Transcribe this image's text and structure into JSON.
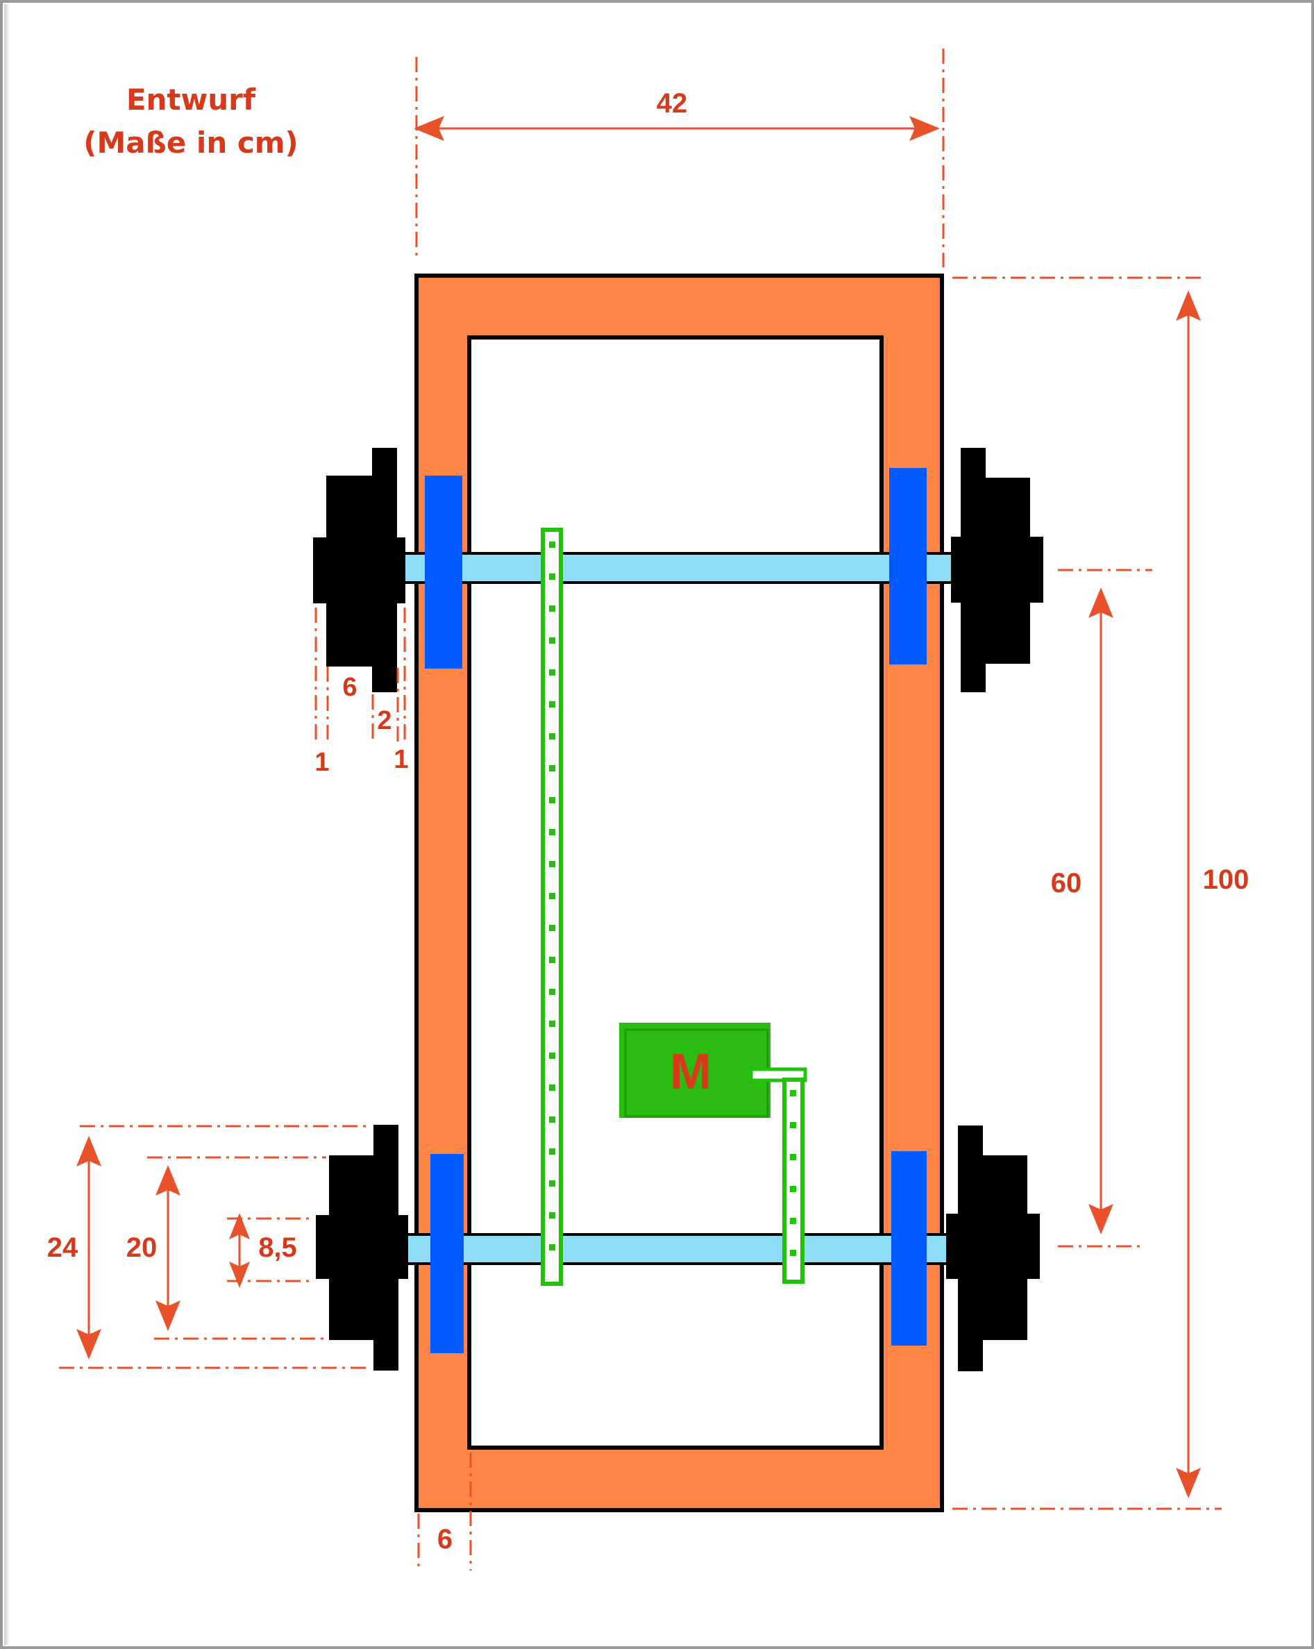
{
  "title": {
    "line1": "Entwurf",
    "line2": "(Maße in cm)"
  },
  "motor": {
    "label": "M"
  },
  "dimensions": {
    "width": "42",
    "length": "100",
    "axle_spacing": "60",
    "frame_thickness": "6",
    "wheel_outer": "24",
    "wheel_inner": "20",
    "hub": "8,5",
    "wheel_width": "6",
    "wheel_step": "2",
    "gap_left": "1",
    "gap_right": "1"
  },
  "colors": {
    "frame": "#ff8547",
    "axle": "#8fdcf6",
    "bearing": "#005aff",
    "wheel": "#000000",
    "chain": "#22c10a",
    "motor": "#2bbc12",
    "dimension": "#e8512a",
    "text": "#d9391b"
  }
}
